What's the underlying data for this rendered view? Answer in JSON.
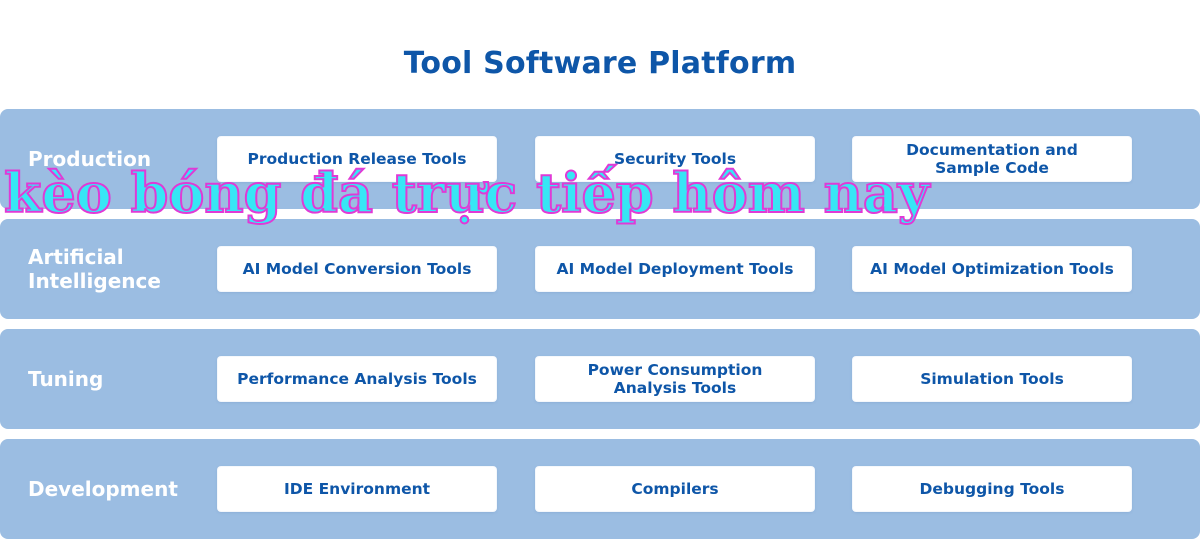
{
  "title": "Tool Software Platform",
  "layers": [
    {
      "label": "Production",
      "tools": [
        "Production Release Tools",
        "Security Tools",
        "Documentation and\nSample Code"
      ]
    },
    {
      "label": "Artificial\nIntelligence",
      "tools": [
        "AI Model Conversion Tools",
        "AI Model Deployment Tools",
        "AI Model Optimization Tools"
      ]
    },
    {
      "label": "Tuning",
      "tools": [
        "Performance Analysis Tools",
        "Power Consumption\nAnalysis Tools",
        "Simulation Tools"
      ]
    },
    {
      "label": "Development",
      "tools": [
        "IDE Environment",
        "Compilers",
        "Debugging Tools"
      ]
    }
  ],
  "watermark": "kèo bóng đá trực tiếp hôm nay",
  "colors": {
    "title": "#0e56a8",
    "layer_background": "#9bbde2",
    "tool_text": "#0e56a8",
    "watermark_fill": "#37e6f5",
    "watermark_stroke": "#e03ad6"
  }
}
